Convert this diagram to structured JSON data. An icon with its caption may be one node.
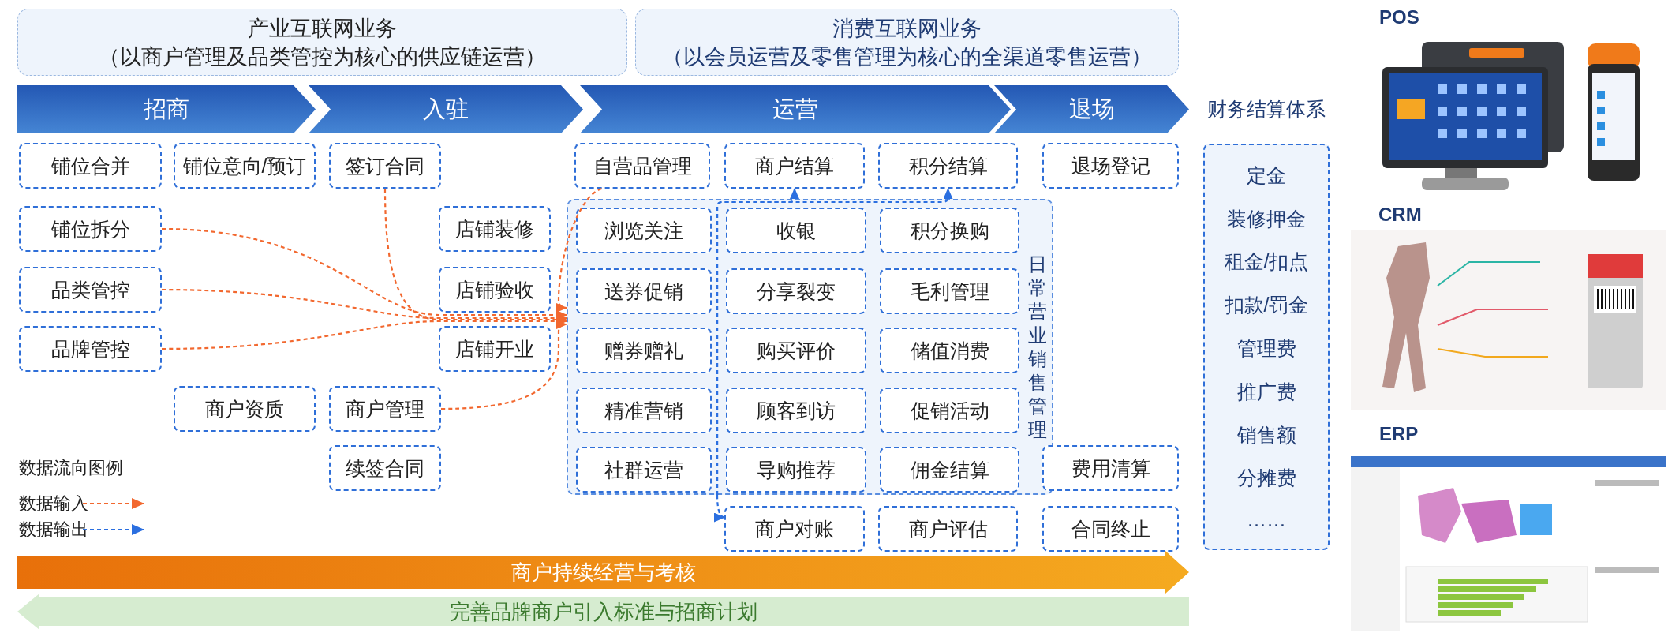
{
  "diagram": {
    "nodes": [
      {
        "text": [
          "产业互联网业务",
          "（以商户管理及品类管控为核心的供应链运营）"
        ]
      },
      {
        "text": [
          "消费互联网业务",
          "（以会员运营及零售管理为核心的全渠道零售运营）"
        ]
      },
      {
        "text": [
          "招商"
        ]
      },
      {
        "text": [
          "入驻"
        ]
      },
      {
        "text": [
          "运营"
        ]
      },
      {
        "text": [
          "退场"
        ]
      },
      {
        "text": [
          "财务结算体系",
          "定金",
          "装修押金",
          "租金/扣点",
          "扣款/罚金",
          "管理费",
          "推广费",
          "销售额",
          "分摊费",
          "……"
        ]
      },
      {
        "text": [
          "铺位合并"
        ]
      },
      {
        "text": [
          "铺位意向/预订"
        ]
      },
      {
        "text": [
          "签订合同"
        ]
      },
      {
        "text": [
          "铺位拆分"
        ]
      },
      {
        "text": [
          "店铺装修"
        ]
      },
      {
        "text": [
          "品类管控"
        ]
      },
      {
        "text": [
          "店铺验收"
        ]
      },
      {
        "text": [
          "品牌管控"
        ]
      },
      {
        "text": [
          "店铺开业"
        ]
      },
      {
        "text": [
          "商户资质"
        ]
      },
      {
        "text": [
          "商户管理"
        ]
      },
      {
        "text": [
          "续签合同"
        ]
      },
      {
        "text": [
          "自营品管理"
        ]
      },
      {
        "text": [
          "商户结算"
        ]
      },
      {
        "text": [
          "积分结算"
        ]
      },
      {
        "text": [
          "退场登记"
        ]
      },
      {
        "text": [
          "日常营业销售管理"
        ]
      },
      {
        "text": [
          "浏览关注"
        ],
        "in": 23
      },
      {
        "text": [
          "收银"
        ],
        "in": 23
      },
      {
        "text": [
          "积分换购"
        ],
        "in": 23
      },
      {
        "text": [
          "送券促销"
        ],
        "in": 23
      },
      {
        "text": [
          "分享裂变"
        ],
        "in": 23
      },
      {
        "text": [
          "毛利管理"
        ],
        "in": 23
      },
      {
        "text": [
          "赠券赠礼"
        ],
        "in": 23
      },
      {
        "text": [
          "购买评价"
        ],
        "in": 23
      },
      {
        "text": [
          "储值消费"
        ],
        "in": 23
      },
      {
        "text": [
          "精准营销"
        ],
        "in": 23
      },
      {
        "text": [
          "顾客到访"
        ],
        "in": 23
      },
      {
        "text": [
          "促销活动"
        ],
        "in": 23
      },
      {
        "text": [
          "社群运营"
        ],
        "in": 23
      },
      {
        "text": [
          "导购推荐"
        ],
        "in": 23
      },
      {
        "text": [
          "佣金结算"
        ],
        "in": 23
      },
      {
        "text": [
          "费用清算"
        ]
      },
      {
        "text": [
          "商户对账"
        ]
      },
      {
        "text": [
          "商户评估"
        ]
      },
      {
        "text": [
          "合同终止"
        ]
      },
      {
        "text": [
          "商户持续经营与考核"
        ]
      },
      {
        "text": [
          "完善品牌商户引入标准与招商计划"
        ]
      }
    ],
    "edges": [
      {
        "from": 10,
        "to": 23,
        "arrow": "to",
        "style": "dashed"
      },
      {
        "from": 12,
        "to": 23,
        "arrow": "to",
        "style": "dashed"
      },
      {
        "from": 14,
        "to": 23,
        "arrow": "to",
        "style": "dashed"
      },
      {
        "from": 9,
        "to": 23,
        "arrow": "to",
        "style": "dashed"
      },
      {
        "from": 17,
        "to": 23,
        "arrow": "to",
        "style": "dashed"
      },
      {
        "from": 19,
        "to": 23,
        "arrow": "to",
        "style": "dashed"
      },
      {
        "from": 23,
        "to": 20,
        "arrow": "to",
        "style": "dashed",
        "color": "#2b6fe0"
      },
      {
        "from": 23,
        "to": 21,
        "arrow": "to",
        "style": "dashed",
        "color": "#2b6fe0"
      },
      {
        "from": 23,
        "to": 40,
        "arrow": "to",
        "style": "dashed",
        "color": "#2b6fe0"
      }
    ],
    "labels": [
      "数据流向图例",
      "POS",
      "CRM",
      "ERP"
    ],
    "legend": [
      {
        "text": "数据输入"
      },
      {
        "text": "数据输出"
      }
    ]
  }
}
